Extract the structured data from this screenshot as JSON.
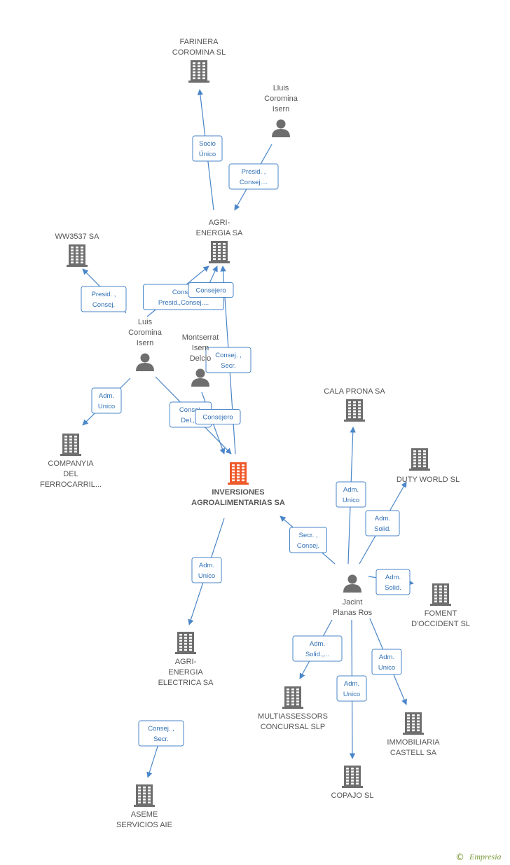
{
  "colors": {
    "company": "#6e6e6e",
    "main_company": "#ee5a2a",
    "person": "#6e6e6e",
    "edge": "#4a86c8",
    "badge_text": "#2f6fb3",
    "brand": "#7a9a3a"
  },
  "nodes": {
    "farinera": {
      "type": "company",
      "lines": [
        "FARINERA",
        "COROMINA  SL"
      ]
    },
    "lluis": {
      "type": "person",
      "lines": [
        "Lluis",
        "Coromina",
        "Isern"
      ]
    },
    "agri_energia": {
      "type": "company",
      "lines": [
        "AGRI-",
        "ENERGIA SA"
      ]
    },
    "ww3537": {
      "type": "company",
      "lines": [
        "WW3537 SA"
      ]
    },
    "luis": {
      "type": "person",
      "lines": [
        "Luis",
        "Coromina",
        "Isern"
      ]
    },
    "montserrat": {
      "type": "person",
      "lines": [
        "Montserrat",
        "Isern",
        "Delclo"
      ]
    },
    "companyia": {
      "type": "company",
      "lines": [
        "COMPANYIA",
        "DEL",
        "FERROCARRIL..."
      ]
    },
    "inversiones": {
      "type": "main",
      "lines": [
        "INVERSIONES",
        "AGROALIMENTARIAS SA"
      ]
    },
    "cala_prona": {
      "type": "company",
      "lines": [
        "CALA PRONA SA"
      ]
    },
    "duty_world": {
      "type": "company",
      "lines": [
        "DUTY WORLD SL"
      ]
    },
    "jacint": {
      "type": "person",
      "lines": [
        "Jacint",
        "Planas Ros"
      ]
    },
    "foment": {
      "type": "company",
      "lines": [
        "FOMENT",
        "D'OCCIDENT  SL"
      ]
    },
    "agri_energia_electrica": {
      "type": "company",
      "lines": [
        "AGRI-",
        "ENERGIA",
        "ELECTRICA SA"
      ]
    },
    "multiassessors": {
      "type": "company",
      "lines": [
        "MULTIASSESSORS",
        "CONCURSAL  SLP"
      ]
    },
    "immobiliaria": {
      "type": "company",
      "lines": [
        "IMMOBILIARIA",
        "CASTELL SA"
      ]
    },
    "copajo": {
      "type": "company",
      "lines": [
        "COPAJO  SL"
      ]
    },
    "aseme": {
      "type": "company",
      "lines": [
        "ASEME",
        "SERVICIOS AIE"
      ]
    }
  },
  "edges": [
    {
      "id": "e1",
      "lines": [
        "Socio",
        "Único"
      ]
    },
    {
      "id": "e2",
      "lines": [
        "Presid. ,",
        "Consej...."
      ]
    },
    {
      "id": "e3",
      "lines": [
        "Presid. ,",
        "Consej."
      ]
    },
    {
      "id": "e4",
      "lines": [
        "Consej.",
        "Presid.,Consej...."
      ]
    },
    {
      "id": "e5",
      "lines": [
        "Consejero"
      ]
    },
    {
      "id": "e6",
      "lines": [
        "Consej. ,",
        "Secr."
      ]
    },
    {
      "id": "e7",
      "lines": [
        "Adm.",
        "Unico"
      ]
    },
    {
      "id": "e8",
      "lines": [
        "Consej.",
        "Del.,..."
      ]
    },
    {
      "id": "e9",
      "lines": [
        "Consejero"
      ]
    },
    {
      "id": "e10",
      "lines": [
        "Adm.",
        "Unico"
      ]
    },
    {
      "id": "e11",
      "lines": [
        "Adm.",
        "Solid."
      ]
    },
    {
      "id": "e12",
      "lines": [
        "Secr. ,",
        "Consej."
      ]
    },
    {
      "id": "e13",
      "lines": [
        "Adm.",
        "Solid."
      ]
    },
    {
      "id": "e14",
      "lines": [
        "Adm.",
        "Unico"
      ]
    },
    {
      "id": "e15",
      "lines": [
        "Adm.",
        "Solid.,..."
      ]
    },
    {
      "id": "e16",
      "lines": [
        "Adm.",
        "Unico"
      ]
    },
    {
      "id": "e17",
      "lines": [
        "Adm.",
        "Unico"
      ]
    },
    {
      "id": "e18",
      "lines": [
        "Consej. ,",
        "Secr."
      ]
    }
  ],
  "footer": {
    "copyright": "©",
    "brand": "Empresia"
  }
}
